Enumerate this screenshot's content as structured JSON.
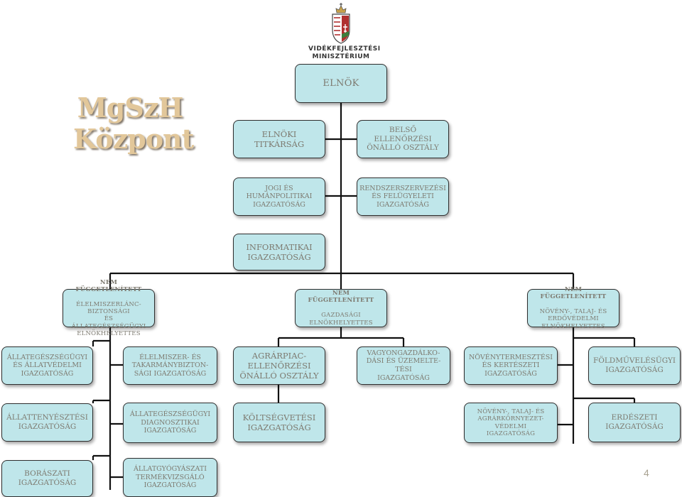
{
  "title": {
    "line1": "MgSzH",
    "line2": "Központ"
  },
  "logo": {
    "line1": "VIDÉKFEJLESZTÉSI",
    "line2": "MINISZTÉRIUM"
  },
  "page_number": "4",
  "colors": {
    "box_fill": "#bfe6ea",
    "box_border": "#2e2e2e",
    "box_text": "#7d7a70",
    "title": "#e2c79a",
    "lines": "#111111"
  },
  "boxes": {
    "elnok": "ELNÖK",
    "elnoki_titkarsag": "ELNÖKI\nTITKÁRSÁG",
    "belso_ellenorzesi": "BELSŐ ELLENŐRZÉSI\nÖNÁLLÓ OSZTÁLY",
    "jogi": "JOGI ÉS\nHUMÁNPOLITIKAI\nIGAZGATÓSÁG",
    "rendszerszervezesi": "RENDSZERSZERVEZÉSI\nÉS FELÜGYELETI\nIGAZGATÓSÁG",
    "informatikai": "INFORMATIKAI\nIGAZGATÓSÁG",
    "nf_elelmiszer": {
      "l1": "NEM FÜGGETLENÍTETT",
      "l2": "ÉLELMISZERLÁNC-BIZTONSÁGI\nÉS ÁLLATEGÉSZSÉGÜGYI\nELNÖKHELYETTES"
    },
    "nf_gazdasagi": {
      "l1": "NEM FÜGGETLENÍTETT",
      "l2": "GAZDASÁGI\nELNÖKHELYETTES"
    },
    "nf_noveny": {
      "l1": "NEM FÜGGETLENÍTETT",
      "l2": "NÖVÉNY-, TALAJ- ÉS\nERDŐVÉDELMI\nELNÖKHELYETTES"
    },
    "allategeszsegugyi_allatvedelmi": "ÁLLATEGÉSZSÉGÜGYI\nÉS ÁLLATVÉDELMI\nIGAZGATÓSÁG",
    "elelmiszer_takarmany": "ÉLELMISZER- ÉS\nTAKARMÁNYBIZTON-\nSÁGI IGAZGATÓSÁG",
    "agrarpiac": "AGRÁRPIAC-\nELLENŐRZÉSI\nÖNÁLLÓ OSZTÁLY",
    "vagyongazdalkodasi": "VAGYONGAZDÁLKO-\nDÁSI ÉS ÜZEMELTE-TÉSI\nIGAZGATÓSÁG",
    "novenytermesztesi": "NÖVÉNYTERMESZTÉSI\nÉS KERTÉSZETI\nIGAZGATÓSÁG",
    "foldmuvelesugyi": "FÖLDMŰVELÉSÜGYI\nIGAZGATÓSÁG",
    "allattenyesztesi": "ÁLLATTENYÉSZTÉSI\nIGAZGATÓSÁG",
    "allategeszsegugyi_diagnosztikai": "ÁLLATEGÉSZSÉGÜGYI\nDIAGNOSZTIKAI\nIGAZGATÓSÁG",
    "koltsegvetesi": "KÖLTSÉGVETÉSI\nIGAZGATÓSÁG",
    "noveny_agrarkornyezet": "NÖVÉNY-, TALAJ- ÉS\nAGRÁRKÖRNYEZET-\nVÉDELMI\nIGAZGATÓSÁG",
    "erdeszeti": "ERDÉSZETI\nIGAZGATÓSÁG",
    "boraszati": "BORÁSZATI\nIGAZGATÓSÁG",
    "allatgyogyaszati": "ÁLLATGYÓGYÁSZATI\nTERMÉKVIZSGÁLÓ\nIGAZGATÓSÁG"
  }
}
